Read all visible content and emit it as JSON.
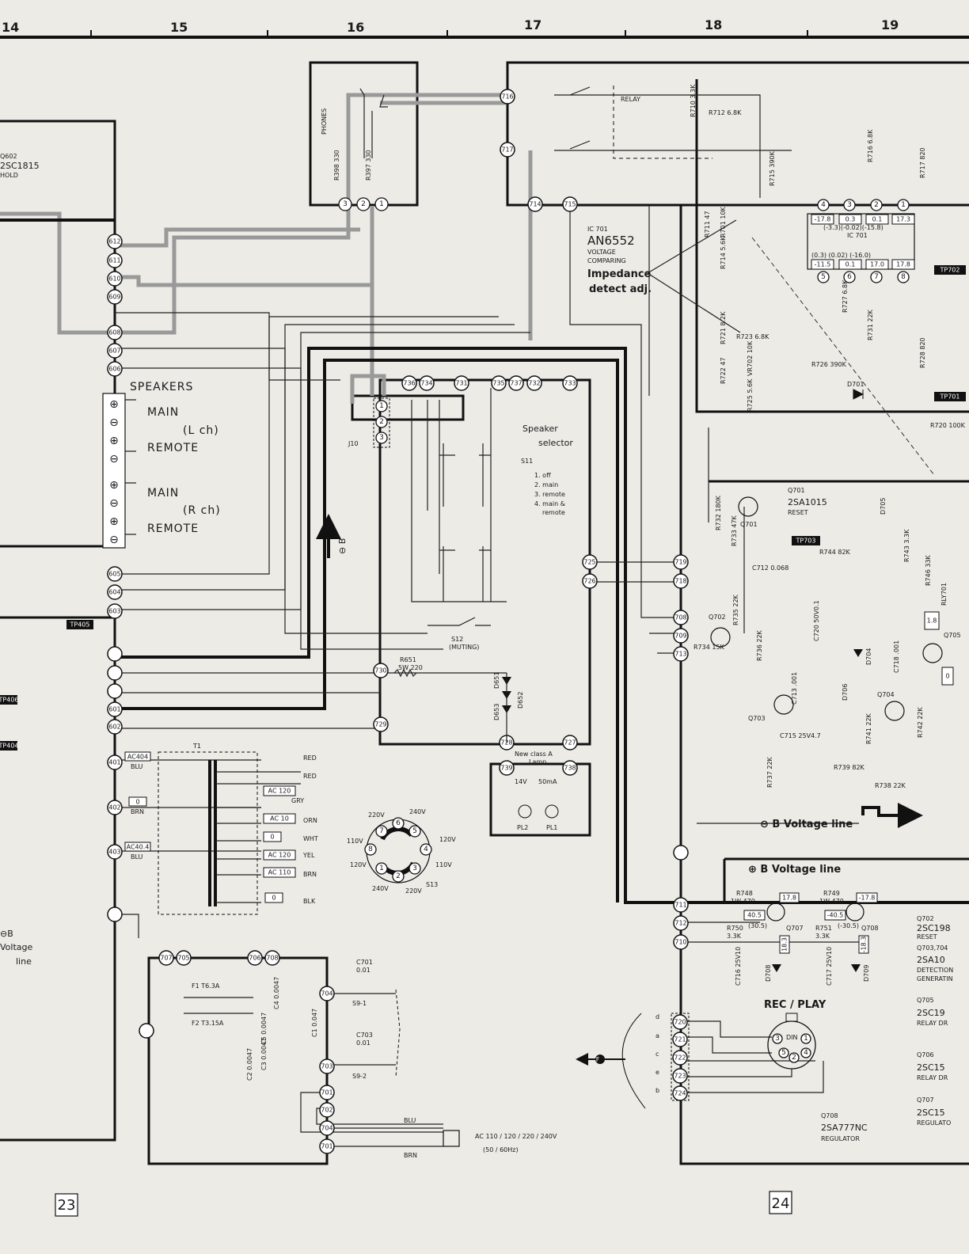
{
  "grid_numbers": [
    "14",
    "15",
    "16",
    "17",
    "18",
    "19"
  ],
  "page_numbers": [
    "23",
    "24"
  ],
  "phones": {
    "label": "PHONES"
  },
  "relay": {
    "label": "RELAY"
  },
  "ic701": {
    "designator": "IC 701",
    "part": "AN6552",
    "desc1": "VOLTAGE",
    "desc2": "COMPARING",
    "pin_top": [
      "4",
      "3",
      "2",
      "1"
    ],
    "pin_bottom": [
      "5",
      "6",
      "7",
      "8"
    ],
    "name_inner": "IC 701"
  },
  "ic_values_top": [
    "-17.8",
    "0.3",
    "0.1",
    "17.3"
  ],
  "ic_values_top_sub": "(-3.3)(-0.02)(-15.8)",
  "ic_values_bottom_paren": "(0.3) (0.02) (-16.0)",
  "ic_values_bottom": [
    "-11.5",
    "0.1",
    "17.0",
    "17.8"
  ],
  "annotations": {
    "impedance_1": "Impedance",
    "impedance_2": "detect adj.",
    "speaker_selector_1": "Speaker",
    "speaker_selector_2": "selector",
    "minus_b_line": "⊖ B Voltage line",
    "plus_b_line": "⊕ B Voltage line",
    "rec_play": "REC / PLAY",
    "left_minus_b": "⊖B",
    "left_voltage": "Voltage",
    "left_line": "line",
    "minus_b_arrow": "⊖ B"
  },
  "transistors": {
    "q602": {
      "ref": "Q602",
      "part": "2SC1815",
      "func": "HOLD"
    },
    "q701": {
      "ref": "Q701",
      "part": "2SA1015",
      "func": "RESET"
    },
    "q708": {
      "ref": "Q708",
      "part": "2SA777NC",
      "func": "REGULATOR"
    }
  },
  "right_column": [
    {
      "ref": "Q702",
      "part": "2SC198",
      "func": "RESET"
    },
    {
      "ref": "Q703,704",
      "part": "2SA10",
      "func": "DETECTION"
    },
    {
      "ref": "",
      "part": "",
      "func": "GENERATIN"
    },
    {
      "ref": "Q705",
      "part": "2SC19",
      "func": "RELAY DR"
    },
    {
      "ref": "Q706",
      "part": "2SC15",
      "func": "RELAY DR"
    },
    {
      "ref": "Q707",
      "part": "2SC15",
      "func": "REGULATO"
    }
  ],
  "speakers": {
    "title": "SPEAKERS",
    "main": "MAIN",
    "remote": "REMOTE",
    "lch": "(L ch)",
    "rch": "(R ch)"
  },
  "switch_s11": {
    "ref": "S11",
    "opt1": "1. off",
    "opt2": "2. main",
    "opt3": "3. remote",
    "opt4": "4. main &",
    "opt4b": "remote"
  },
  "switch_s12": {
    "ref": "S12",
    "desc": "(MUTING)"
  },
  "r651": {
    "ref": "R651",
    "value": "5W 220"
  },
  "diodes_mid": [
    "D651",
    "D652",
    "D653"
  ],
  "lamp": {
    "title1": "New class A",
    "title2": "Lamp",
    "rating1": "14V",
    "rating2": "50mA",
    "pl2": "PL2",
    "pl1": "PL1"
  },
  "transformer": {
    "ref": "T1",
    "wires": [
      "RED",
      "RED",
      "GRY",
      "ORN",
      "WHT",
      "YEL",
      "BRN",
      "BLK"
    ],
    "taps": [
      "AC 120",
      "AC 10",
      "0",
      "AC 120",
      "AC 110",
      "0"
    ]
  },
  "voltage_selector": {
    "ref": "S13",
    "v": [
      "220V",
      "240V",
      "110V",
      "120V",
      "120V",
      "110V",
      "240V",
      "220V"
    ],
    "pins": [
      "7",
      "6",
      "5",
      "8",
      "4",
      "1",
      "2",
      "3"
    ]
  },
  "left_taps": [
    {
      "tap": "AC404",
      "color": "BLU"
    },
    {
      "tap": "0",
      "color": "BRN"
    },
    {
      "tap": "AC40.4",
      "color": "BLU"
    }
  ],
  "fuses": {
    "f1": "F1 T6.3A",
    "f2": "F2 T3.15A"
  },
  "power_caps": [
    "C4 0.0047",
    "C5 0.0047",
    "C3 0.0047",
    "C2 0.0047",
    "C1 0.047"
  ],
  "c701": {
    "ref": "C701",
    "value": "0.01",
    "sw": "S9-1"
  },
  "c703": {
    "ref": "C703",
    "value": "0.01",
    "sw": "S9-2"
  },
  "ac_input": {
    "label": "AC 110 / 120 / 220 / 240V",
    "freq": "(50 / 60Hz)",
    "blu": "BLU",
    "brn": "BRN"
  },
  "nodes": {
    "left_col": [
      "612",
      "611",
      "610",
      "609",
      "608",
      "607",
      "606",
      "605",
      "604",
      "603",
      "601",
      "602",
      "401",
      "402",
      "403"
    ],
    "mid_top": [
      "736",
      "734",
      "731",
      "735",
      "737",
      "732",
      "733"
    ],
    "phones_pins": [
      "3",
      "2",
      "1"
    ],
    "relay_pins": [
      "716",
      "717",
      "714",
      "715"
    ],
    "j10": [
      "1",
      "2",
      "3"
    ],
    "mid_right": [
      "725",
      "726",
      "730",
      "729",
      "728",
      "727",
      "739",
      "738"
    ],
    "power_box": [
      "707",
      "705",
      "706",
      "708",
      "704",
      "703",
      "701",
      "702",
      "704",
      "701"
    ],
    "right_col": [
      "719",
      "718",
      "708",
      "709",
      "713",
      "711",
      "712",
      "710"
    ],
    "din_pins": [
      "720",
      "721",
      "722",
      "723",
      "724"
    ]
  },
  "test_points": [
    "TP405",
    "TP406",
    "TP404",
    "TP703",
    "TP702",
    "TP701"
  ],
  "resistors_top": [
    "R710 3.3K",
    "R712 6.8K",
    "R715 390K",
    "R716 6.8K",
    "R717 820",
    "R711 47",
    "R701 10K",
    "R714 5.6K",
    "R727 6.8K",
    "R731 22K",
    "R728 820",
    "R720 100K",
    "R721 8.2K",
    "R722 47",
    "R723 6.8K",
    "R726 390K",
    "R725 5.6K",
    "VR702 10K"
  ],
  "d701": "D701",
  "c712": "C712 0.068",
  "c720": "C720 50V0.1",
  "r732": "R732 180K",
  "r733": "R733 47K",
  "r744": "R744 82K",
  "r743": "R743 3.3K",
  "r746": "R746 33K",
  "d705": "D705",
  "rly701": "RLY701",
  "q702": "Q702",
  "r735": "R735 22K",
  "r734": "R734 15K",
  "r736": "R736 22K",
  "d704": "D704",
  "c718": "C718 .001",
  "c713": "C713 .001",
  "d706": "D706",
  "q704": "Q704",
  "q703": "Q703",
  "c715": "C715 25V4.7",
  "r741": "R741 22K",
  "r742": "R742 22K",
  "r737": "R737 22K",
  "r739": "R739 82K",
  "r738": "R738 22K",
  "q705": "Q705",
  "right_vals": [
    "1.8",
    "0"
  ],
  "reg": {
    "r748": "R748",
    "r748v": "1W 470",
    "r749": "R749",
    "r749v": "1W 470",
    "v1": "17.8",
    "v2": "-17.8",
    "v3": "40.5",
    "v4": "-40.5",
    "v5": "(30.5)",
    "v6": "(-30.5)",
    "r750": "R750",
    "r750v": "3.3K",
    "r751": "R751",
    "r751v": "3.3K",
    "q707": "Q707",
    "q708": "Q708",
    "v7": "18.3",
    "v8": "-18.3",
    "c716": "C716 25V10",
    "c717": "C717 25V10",
    "d708": "D708",
    "d709": "D709"
  },
  "din": {
    "label": "DIN",
    "pins": [
      "3",
      "1",
      "5",
      "2",
      "4"
    ],
    "letters": [
      "d",
      "a",
      "c",
      "e",
      "b"
    ]
  },
  "f_arrow": "F",
  "r397": "R397 330",
  "r398": "R398 330",
  "j10_label": "J10"
}
